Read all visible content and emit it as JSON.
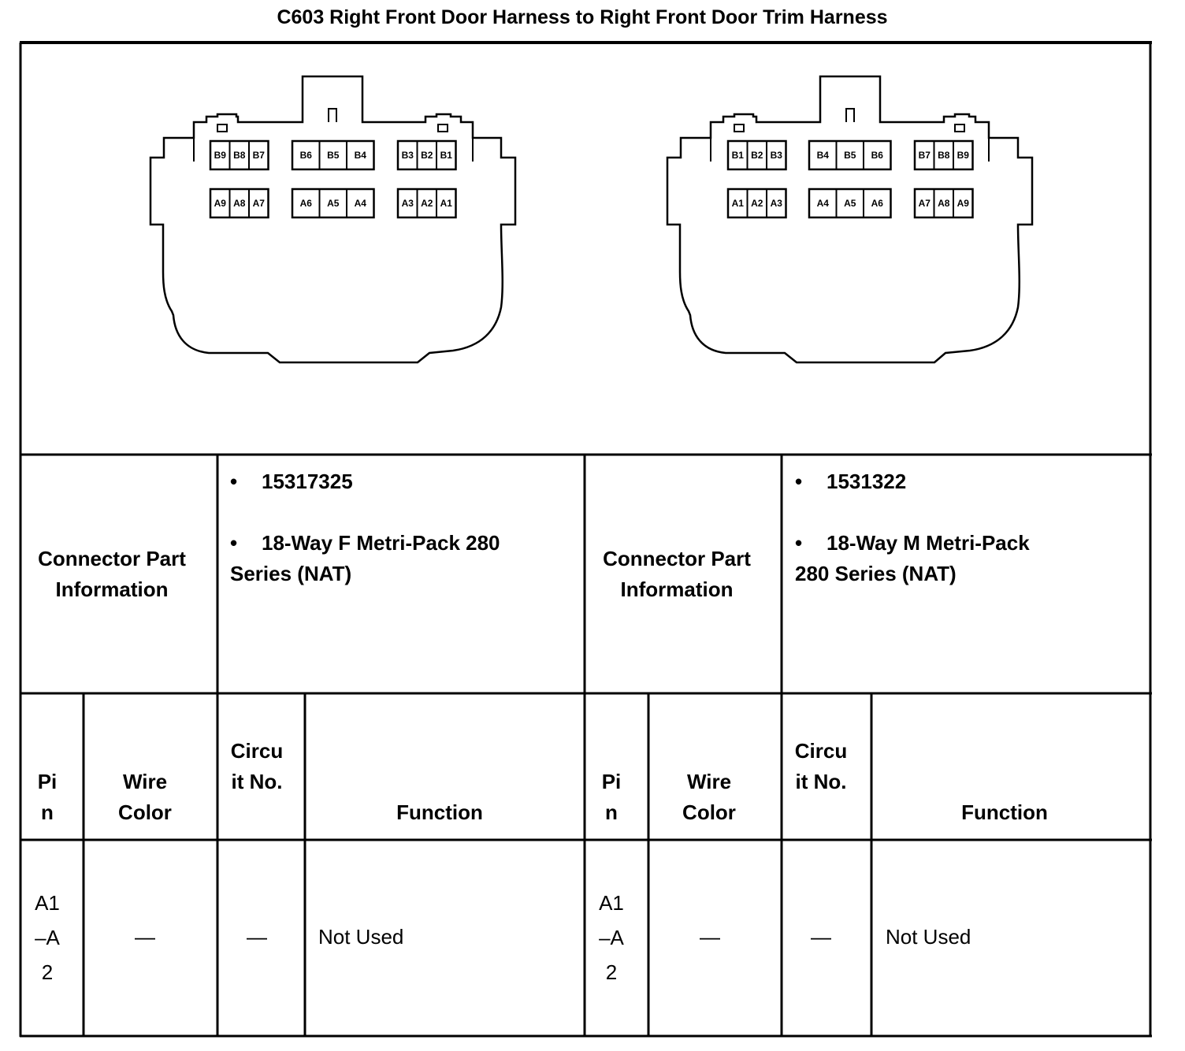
{
  "title": "C603 Right Front Door Harness to Right Front Door Trim Harness",
  "connectors": [
    {
      "diagram": {
        "top_row": [
          "B9",
          "B8",
          "B7",
          "B6",
          "B5",
          "B4",
          "B3",
          "B2",
          "B1"
        ],
        "bottom_row": [
          "A9",
          "A8",
          "A7",
          "A6",
          "A5",
          "A4",
          "A3",
          "A2",
          "A1"
        ]
      },
      "part_info_label": "Connector Part Information",
      "part_number": "15317325",
      "description": "18-Way F Metri-Pack 280 Series (NAT)",
      "headers": {
        "pin": "Pin",
        "wire_color": "Wire Color",
        "circuit_no": "Circuit No.",
        "function": "Function"
      },
      "rows": [
        {
          "pin": "A1–A2",
          "wire_color": "—",
          "circuit_no": "—",
          "function": "Not Used"
        }
      ]
    },
    {
      "diagram": {
        "top_row": [
          "B1",
          "B2",
          "B3",
          "B4",
          "B5",
          "B6",
          "B7",
          "B8",
          "B9"
        ],
        "bottom_row": [
          "A1",
          "A2",
          "A3",
          "A4",
          "A5",
          "A6",
          "A7",
          "A8",
          "A9"
        ]
      },
      "part_info_label": "Connector Part Information",
      "part_number": "1531322",
      "description": "18-Way M Metri-Pack 280 Series (NAT)",
      "headers": {
        "pin": "Pin",
        "wire_color": "Wire Color",
        "circuit_no": "Circuit No.",
        "function": "Function"
      },
      "rows": [
        {
          "pin": "A1–A2",
          "wire_color": "—",
          "circuit_no": "—",
          "function": "Not Used"
        }
      ]
    }
  ]
}
